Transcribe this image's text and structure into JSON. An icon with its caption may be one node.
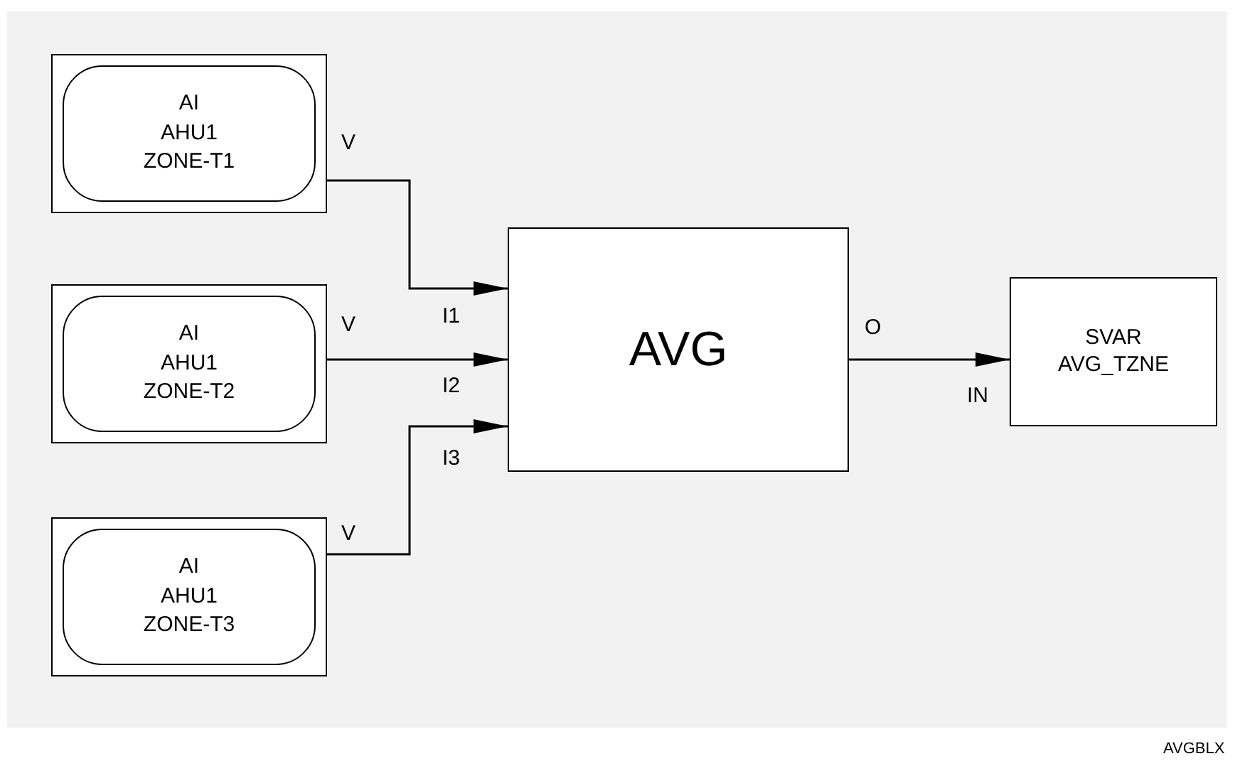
{
  "diagram": {
    "nodes": [
      {
        "text": [
          "AI",
          "AHU1",
          "ZONE-T1"
        ]
      },
      {
        "text": [
          "AI",
          "AHU1",
          "ZONE-T2"
        ]
      },
      {
        "text": [
          "AI",
          "AHU1",
          "ZONE-T3"
        ]
      },
      {
        "text": [
          "AVG"
        ]
      },
      {
        "text": [
          "SVAR",
          "AVG_TZNE"
        ]
      }
    ],
    "edges": [
      {
        "from": 0,
        "to": 3,
        "arrow": "to"
      },
      {
        "from": 1,
        "to": 3,
        "arrow": "to"
      },
      {
        "from": 2,
        "to": 3,
        "arrow": "to"
      },
      {
        "from": 3,
        "to": 4,
        "arrow": "to"
      }
    ],
    "labels": [
      "V",
      "I1",
      "V",
      "I2",
      "I3",
      "V",
      "O",
      "IN",
      "AVGBLX"
    ]
  }
}
